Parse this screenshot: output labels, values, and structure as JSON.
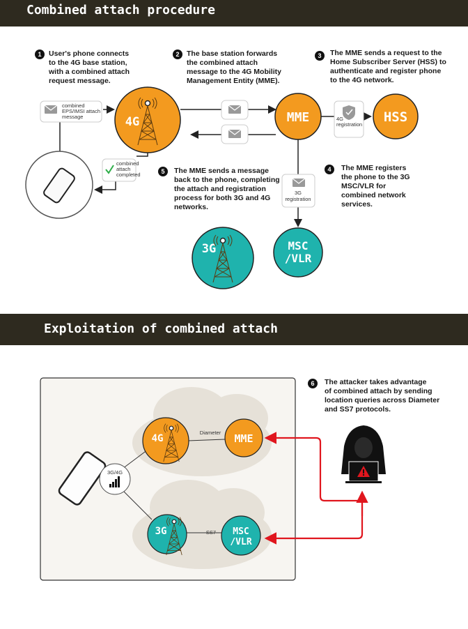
{
  "section1": {
    "title": "Combined attach procedure",
    "steps": [
      {
        "num": "1",
        "lines": [
          "User's phone connects",
          "to the 4G base station,",
          "with a combined attach",
          "request message."
        ]
      },
      {
        "num": "2",
        "lines": [
          "The base station forwards",
          "the combined attach",
          "message to the 4G Mobility",
          "Management Entity (MME)."
        ]
      },
      {
        "num": "3",
        "lines": [
          "The MME sends a request to the",
          "Home Subscriber Server (HSS) to",
          "authenticate and register  phone",
          "to the 4G network."
        ]
      },
      {
        "num": "4",
        "lines": [
          "The MME registers",
          "the phone to the 3G",
          "MSC/VLR for",
          "combined network",
          "services."
        ]
      },
      {
        "num": "5",
        "lines": [
          "The MME sends a message",
          "back to the phone, completing",
          "the attach and registration",
          "process for both 3G and 4G",
          "networks."
        ]
      }
    ],
    "attach_msg": [
      "combined",
      "EPS/IMSI attach",
      "message"
    ],
    "completed_msg": [
      "combined",
      "attach",
      "completed"
    ],
    "reg4g": [
      "4G",
      "registration"
    ],
    "reg3g": [
      "3G",
      "registration"
    ],
    "nodes": {
      "g4": "4G",
      "mme": "MME",
      "hss": "HSS",
      "g3": "3G",
      "msc1": "MSC",
      "msc2": "/VLR"
    }
  },
  "section2": {
    "title": "Exploitation of combined attach",
    "step6": {
      "num": "6",
      "lines": [
        "The attacker takes advantage",
        "of combined attach by sending",
        "location queries across Diameter",
        "and SS7 protocols."
      ]
    },
    "diameter": "Diameter",
    "ss7": "SS7",
    "signal": "3G/4G",
    "nodes": {
      "g4": "4G",
      "mme": "MME",
      "g3": "3G",
      "msc1": "MSC",
      "msc2": "/VLR"
    }
  },
  "colors": {
    "header": "#2e2a1f",
    "orange": "#f39a1f",
    "teal": "#1fb3ad",
    "red": "#e0161e",
    "cloud": "#e6e1d8",
    "panel": "#f7f5f1"
  }
}
